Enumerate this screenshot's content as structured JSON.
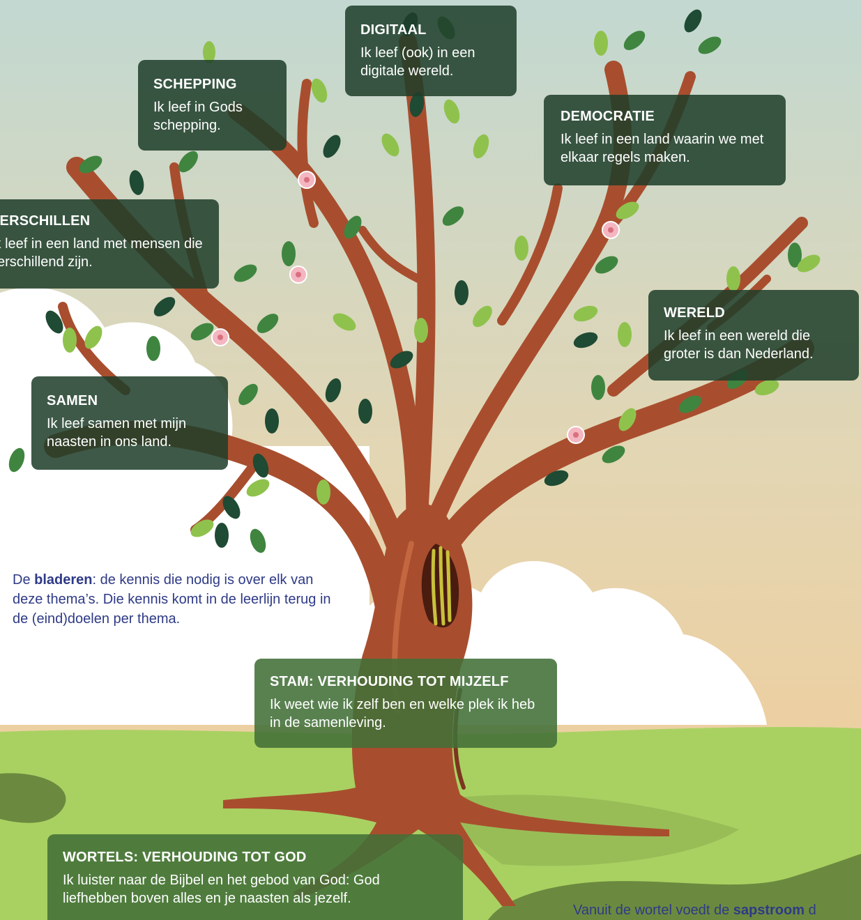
{
  "colors": {
    "sky_top": "#c2d8d1",
    "sky_bottom": "#f3cb96",
    "cloud": "#ffffff",
    "grass": "#a9d162",
    "grass_shade": "#92b552",
    "path": "#6b8a3f",
    "trunk": "#a84e2e",
    "trunk_dark": "#7d3520",
    "trunk_light": "#c2673f",
    "leaf_dark": "#1f4a33",
    "leaf_mid": "#3f8540",
    "leaf_light": "#8fc24d",
    "flower": "#f4b6c0",
    "card_bg": "#1e3e2a",
    "note_text": "#2e3a86"
  },
  "themes": {
    "digitaal": {
      "title": "DIGITAAL",
      "text": "Ik leef (ook) in een digitale wereld."
    },
    "schepping": {
      "title": "SCHEPPING",
      "text": "Ik leef in Gods schepping."
    },
    "democratie": {
      "title": "DEMOCRATIE",
      "text": "Ik leef in een land waarin we met elkaar regels maken."
    },
    "verschillen": {
      "title": "VERSCHILLEN",
      "text": "Ik leef in een land met mensen die verschillend zijn."
    },
    "wereld": {
      "title": "WERELD",
      "text": "Ik leef in een wereld die groter is dan Nederland."
    },
    "samen": {
      "title": "SAMEN",
      "text": "Ik leef samen met mijn naasten in ons land."
    }
  },
  "stam": {
    "title": "STAM: VERHOUDING TOT MIJZELF",
    "text": "Ik weet wie ik zelf ben en welke plek ik heb in de samenleving."
  },
  "wortels": {
    "title": "WORTELS: VERHOUDING TOT GOD",
    "text": "Ik luister naar de Bijbel en het gebod van God: God liefhebben boven alles en je naasten als jezelf."
  },
  "notes": {
    "bladeren": {
      "pre": "De ",
      "bold": "bladeren",
      "post": ": de kennis die nodig is over elk van deze thema’s. Die kennis komt in de leerlijn terug in de (eind)doelen per thema."
    },
    "sapstroom": {
      "pre": "Vanuit de wortel voedt de ",
      "bold": "sapstroom",
      "post": " d"
    }
  }
}
